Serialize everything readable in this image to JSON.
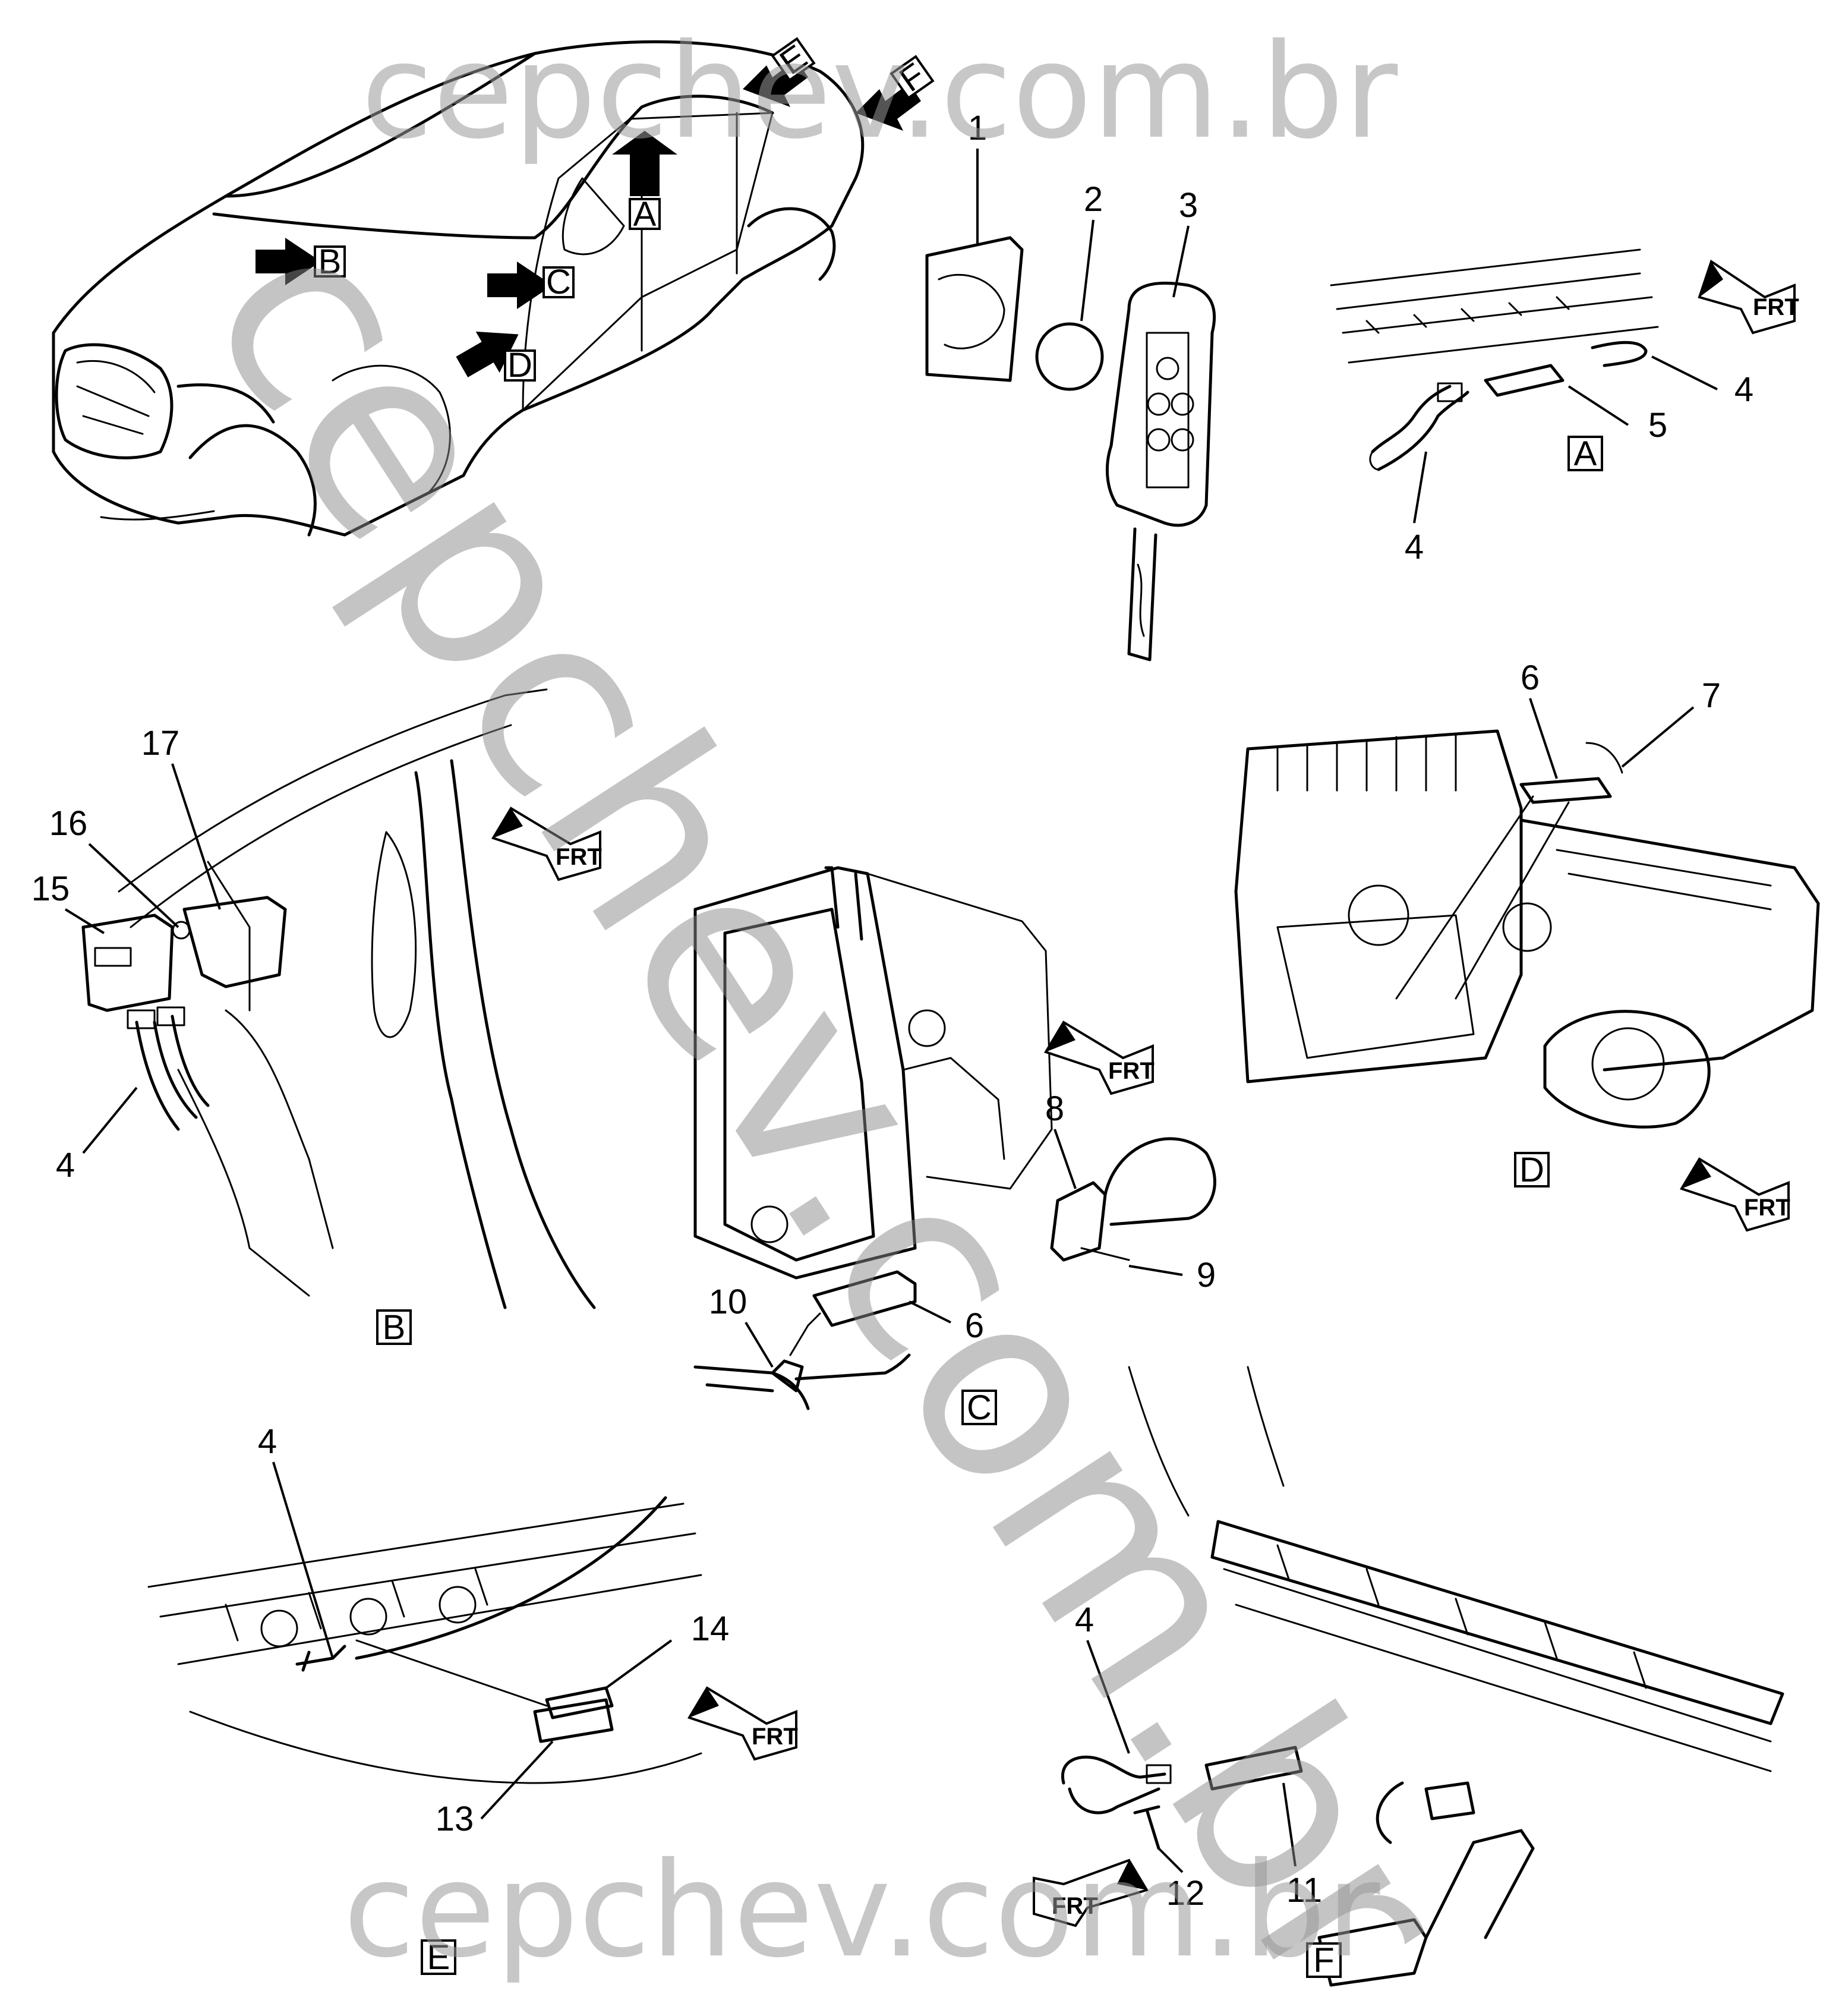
{
  "watermark": {
    "top": "cepchev.com.br",
    "diagonal": "cepchev.com.br",
    "bottom": "cepchev.com.br"
  },
  "view_letters": {
    "A": "A",
    "B": "B",
    "C": "C",
    "D": "D",
    "E": "E",
    "F": "F"
  },
  "callouts": {
    "n1": "1",
    "n2": "2",
    "n3": "3",
    "n4": "4",
    "n5": "5",
    "n6": "6",
    "n7": "7",
    "n8": "8",
    "n9": "9",
    "n10": "10",
    "n11": "11",
    "n12": "12",
    "n13": "13",
    "n14": "14",
    "n15": "15",
    "n16": "16",
    "n17": "17"
  },
  "frt_label": "FRT"
}
